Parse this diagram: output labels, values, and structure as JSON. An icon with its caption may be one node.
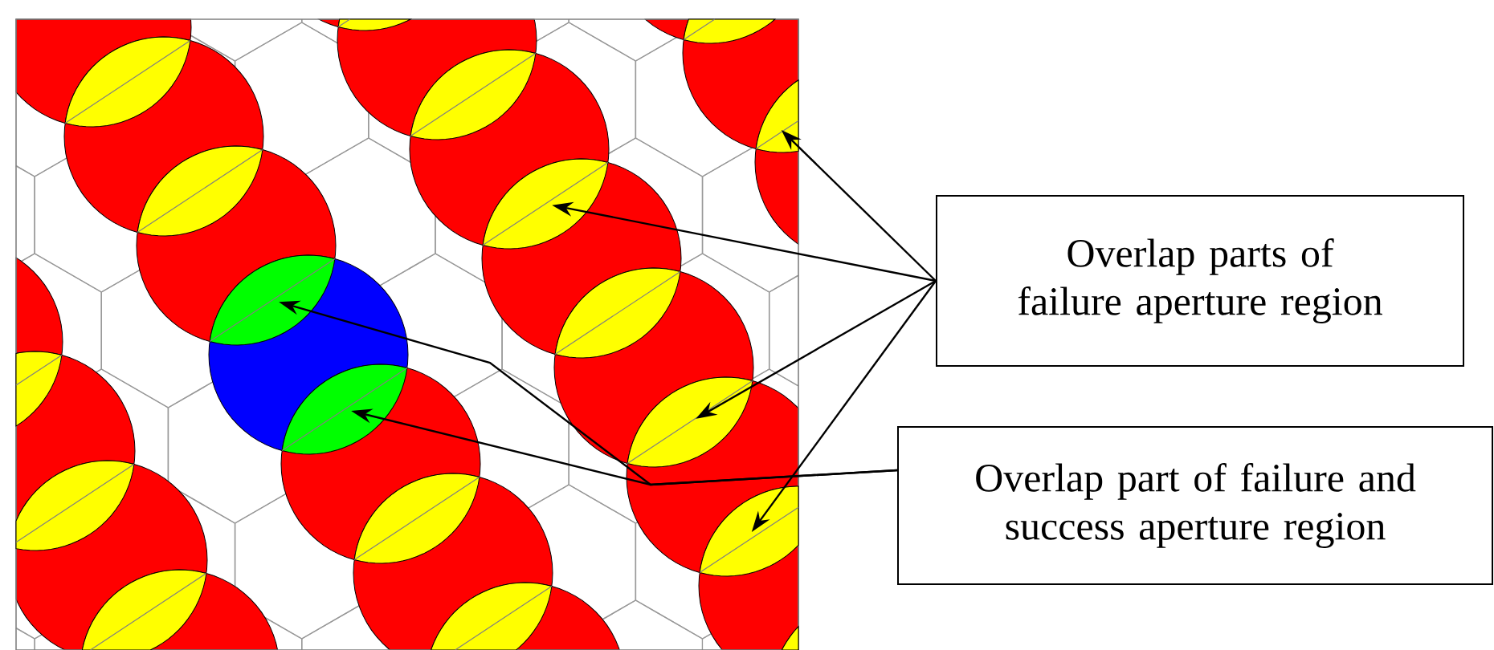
{
  "diagram": {
    "nodes": [
      {
        "text": [
          "Overlap parts of failure aperture region"
        ]
      },
      {
        "text": [
          "Overlap part of failure and success aperture region"
        ]
      },
      {
        "text": [],
        "shape": "ellipse"
      },
      {
        "text": [],
        "shape": "ellipse"
      },
      {
        "text": [],
        "shape": "ellipse"
      },
      {
        "text": [],
        "shape": "ellipse"
      },
      {
        "text": [],
        "shape": "ellipse"
      },
      {
        "text": [],
        "shape": "ellipse"
      },
      {
        "text": [],
        "shape": "ellipse"
      },
      {
        "text": [],
        "shape": "ellipse"
      },
      {
        "text": [],
        "shape": "ellipse"
      },
      {
        "text": [],
        "shape": "ellipse"
      },
      {
        "text": [],
        "shape": "ellipse"
      },
      {
        "text": [],
        "shape": "ellipse"
      },
      {
        "text": [],
        "shape": "ellipse"
      },
      {
        "text": [],
        "shape": "ellipse"
      },
      {
        "text": [],
        "shape": "ellipse"
      },
      {
        "text": [],
        "shape": "ellipse"
      },
      {
        "text": [],
        "shape": "ellipse"
      },
      {
        "text": [],
        "shape": "ellipse"
      }
    ],
    "edges": [
      {
        "from": 0,
        "to": 2,
        "arrow": "to"
      },
      {
        "from": 0,
        "to": 3,
        "arrow": "to"
      },
      {
        "from": 0,
        "to": 4,
        "arrow": "to"
      },
      {
        "from": 0,
        "to": 5,
        "arrow": "to"
      },
      {
        "from": 1,
        "to": 6,
        "arrow": "to"
      },
      {
        "from": 1,
        "to": 7,
        "arrow": "to"
      }
    ]
  }
}
